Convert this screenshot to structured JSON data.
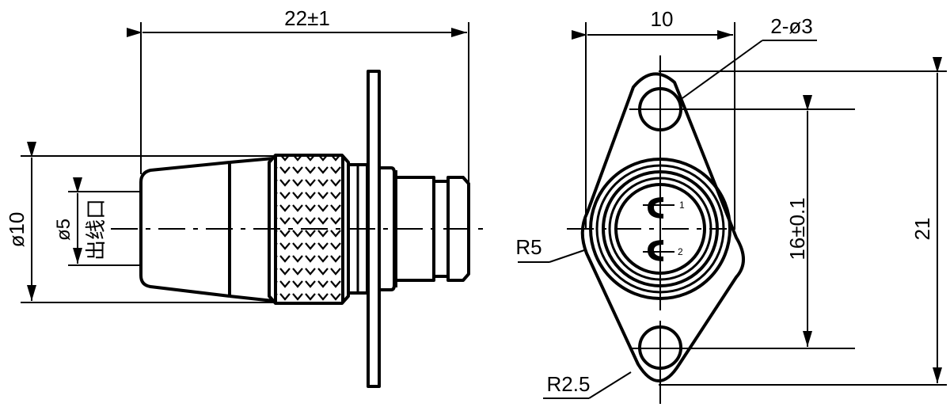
{
  "drawing": {
    "side_view": {
      "overall_length": "22±1",
      "outer_diameter": "ø10",
      "cable_diameter": "ø5",
      "cable_outlet_label": "出线口"
    },
    "front_view": {
      "width": "10",
      "mount_holes": "2-ø3",
      "hole_spacing": "16±0.1",
      "overall_height": "21",
      "body_radius": "R5",
      "end_radius": "R2.5",
      "pin_labels": [
        "1",
        "2"
      ]
    }
  }
}
